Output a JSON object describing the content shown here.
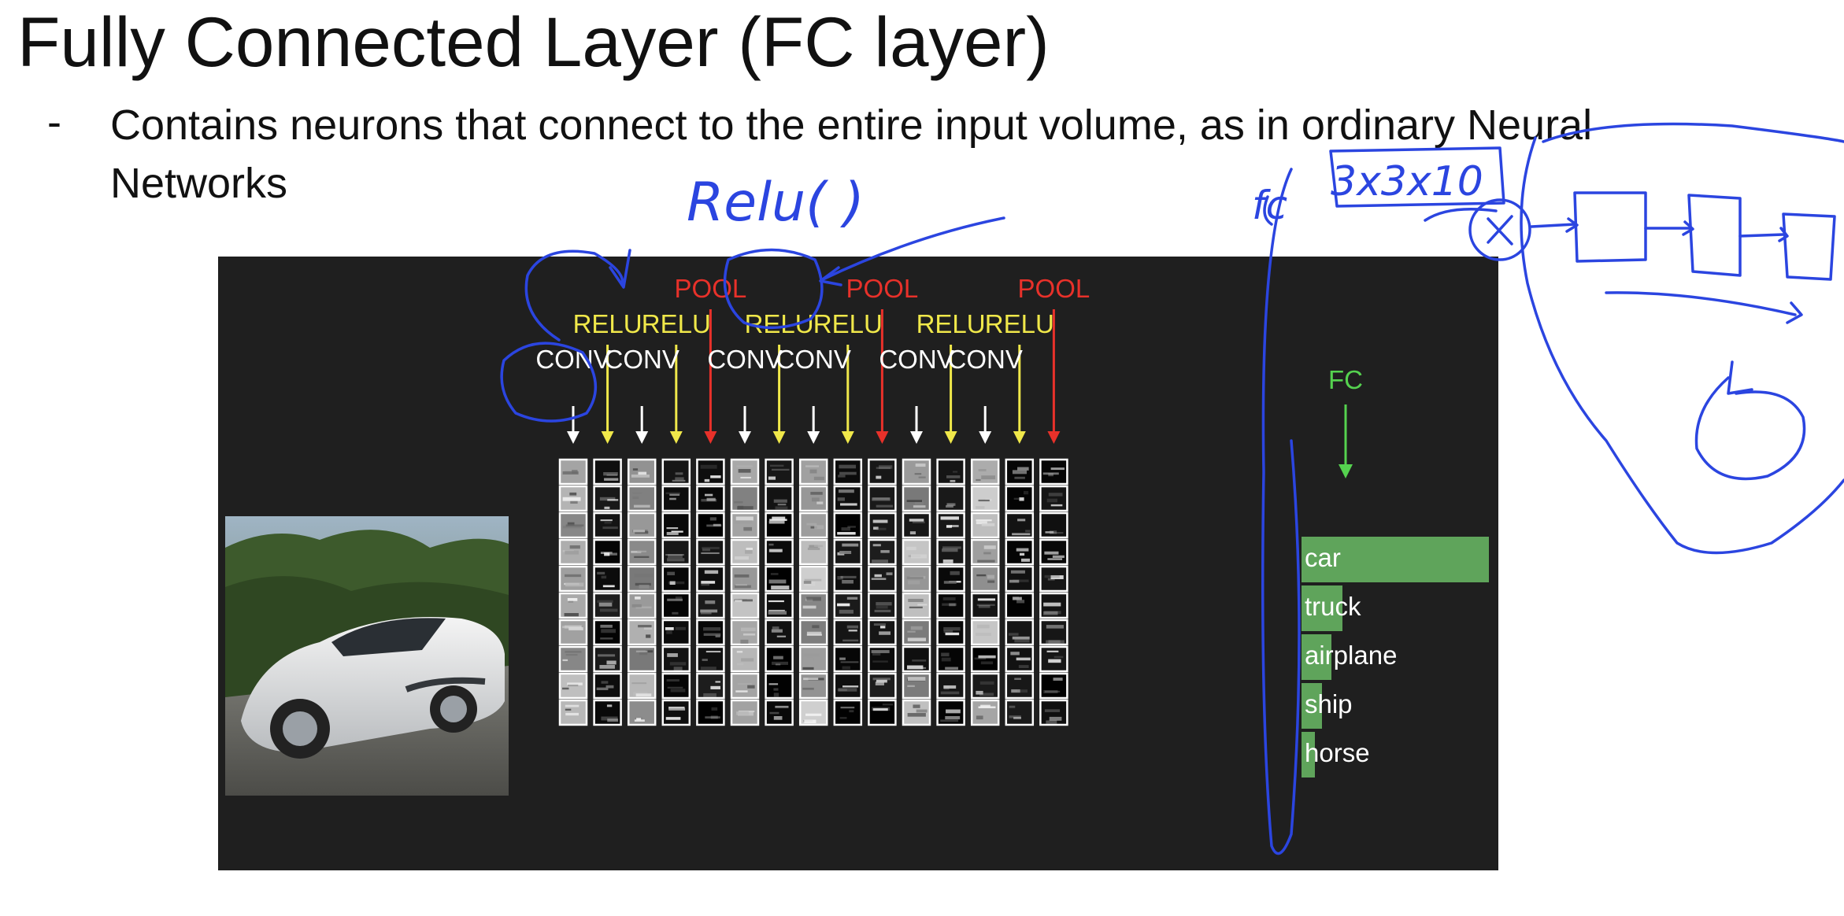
{
  "slide": {
    "title": "Fully Connected Layer (FC layer)",
    "bullet_marker": "-",
    "bullet_text": "Contains neurons that connect to the entire input volume, as in ordinary Neural Networks"
  },
  "colors": {
    "conv": "#ffffff",
    "relu": "#f0e84a",
    "pool": "#e8312a",
    "fc": "#55d24f",
    "bar": "#5fa45b",
    "ink": "#2b45e0",
    "figure_bg": "#1f1f1f"
  },
  "network": {
    "layers": [
      {
        "label": "CONV",
        "type": "conv"
      },
      {
        "label": "RELU",
        "type": "relu"
      },
      {
        "label": "CONV",
        "type": "conv"
      },
      {
        "label": "RELU",
        "type": "relu"
      },
      {
        "label": "POOL",
        "type": "pool"
      },
      {
        "label": "CONV",
        "type": "conv"
      },
      {
        "label": "RELU",
        "type": "relu"
      },
      {
        "label": "CONV",
        "type": "conv"
      },
      {
        "label": "RELU",
        "type": "relu"
      },
      {
        "label": "POOL",
        "type": "pool"
      },
      {
        "label": "CONV",
        "type": "conv"
      },
      {
        "label": "RELU",
        "type": "relu"
      },
      {
        "label": "CONV",
        "type": "conv"
      },
      {
        "label": "RELU",
        "type": "relu"
      },
      {
        "label": "POOL",
        "type": "pool"
      }
    ],
    "fc_label": "FC",
    "classes": [
      {
        "label": "car",
        "score": 1.0
      },
      {
        "label": "truck",
        "score": 0.22
      },
      {
        "label": "airplane",
        "score": 0.16
      },
      {
        "label": "ship",
        "score": 0.11
      },
      {
        "label": "horse",
        "score": 0.07
      }
    ]
  },
  "annotations": {
    "relu_note": "Relu(  )",
    "dims_note": "3x3x10",
    "fc_note": "fc"
  }
}
